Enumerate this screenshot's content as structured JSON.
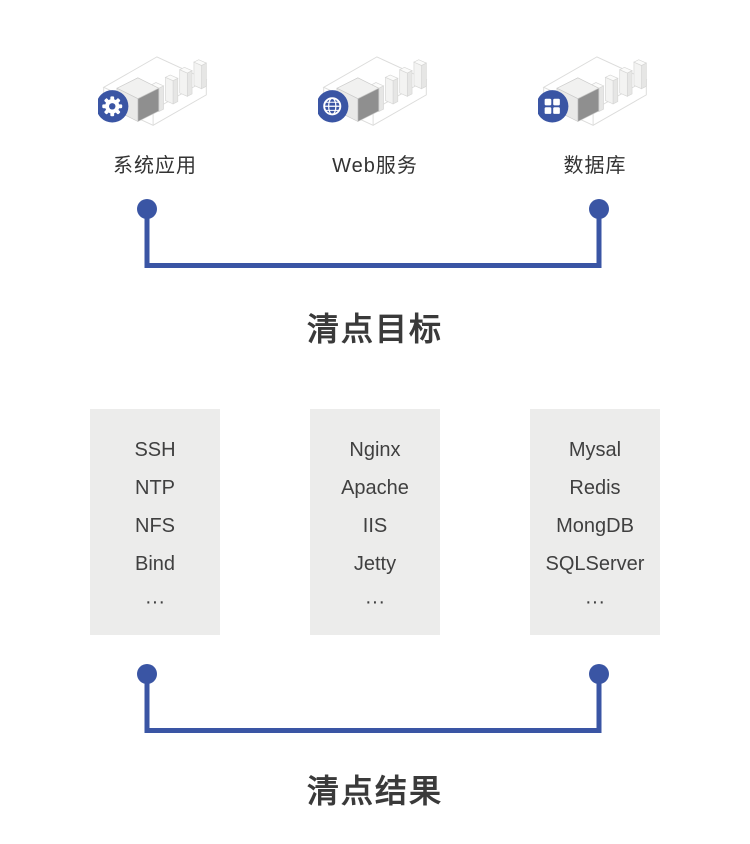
{
  "colors": {
    "accent_blue": "#3a55a4",
    "box_background": "#ececeb",
    "title_text": "#3a3a3a",
    "list_text": "#404040",
    "label_text": "#333333",
    "cube_dark_face": "#8f8f8f"
  },
  "nodes": [
    {
      "label": "系统应用",
      "badge_icon": "gear-icon"
    },
    {
      "label": "Web服务",
      "badge_icon": "globe-icon"
    },
    {
      "label": "数据库",
      "badge_icon": "grid-icon"
    }
  ],
  "sections": [
    {
      "title": "清点目标"
    },
    {
      "title": "清点结果"
    }
  ],
  "result_columns": [
    {
      "items": [
        "SSH",
        "NTP",
        "NFS",
        "Bind",
        "···"
      ]
    },
    {
      "items": [
        "Nginx",
        "Apache",
        "IIS",
        "Jetty",
        "···"
      ]
    },
    {
      "items": [
        "Mysal",
        "Redis",
        "MongDB",
        "SQLServer",
        "···"
      ]
    }
  ]
}
